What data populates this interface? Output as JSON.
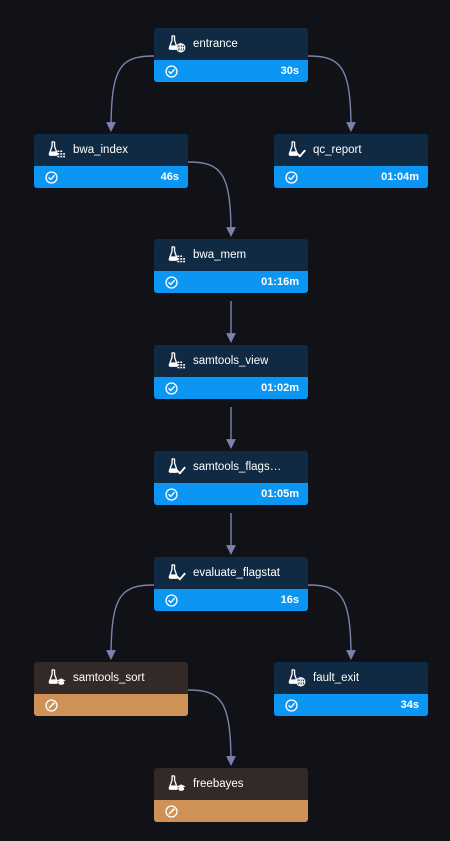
{
  "colors": {
    "background": "#111118",
    "done_header": "#0f2a42",
    "done_footer": "#0c96f4",
    "pending_header": "#332a27",
    "pending_footer": "#cf9256",
    "edge": "#7b82ad"
  },
  "nodes": [
    {
      "id": "entrance",
      "name": "entrance",
      "duration": "30s",
      "state": "done",
      "task_icon": "entrance-globe-icon"
    },
    {
      "id": "bwa_index",
      "name": "bwa_index",
      "duration": "46s",
      "state": "done",
      "task_icon": "tool-grid-icon"
    },
    {
      "id": "qc_report",
      "name": "qc_report",
      "duration": "01:04m",
      "state": "done",
      "task_icon": "check-task-icon"
    },
    {
      "id": "bwa_mem",
      "name": "bwa_mem",
      "duration": "01:16m",
      "state": "done",
      "task_icon": "tool-grid-icon"
    },
    {
      "id": "samtools_view",
      "name": "samtools_view",
      "duration": "01:02m",
      "state": "done",
      "task_icon": "tool-grid-icon"
    },
    {
      "id": "samtools_flags",
      "name": "samtools_flags…",
      "duration": "01:05m",
      "state": "done",
      "task_icon": "check-task-icon"
    },
    {
      "id": "evaluate_flagstat",
      "name": "evaluate_flagstat",
      "duration": "16s",
      "state": "done",
      "task_icon": "check-task-icon"
    },
    {
      "id": "samtools_sort",
      "name": "samtools_sort",
      "duration": "",
      "state": "pending",
      "task_icon": "sort-task-icon"
    },
    {
      "id": "fault_exit",
      "name": "fault_exit",
      "duration": "34s",
      "state": "done",
      "task_icon": "exit-globe-icon"
    },
    {
      "id": "freebayes",
      "name": "freebayes",
      "duration": "",
      "state": "pending",
      "task_icon": "sort-task-icon"
    }
  ],
  "edges": [
    [
      "entrance",
      "bwa_index"
    ],
    [
      "entrance",
      "qc_report"
    ],
    [
      "bwa_index",
      "bwa_mem"
    ],
    [
      "bwa_mem",
      "samtools_view"
    ],
    [
      "samtools_view",
      "samtools_flags"
    ],
    [
      "samtools_flags",
      "evaluate_flagstat"
    ],
    [
      "evaluate_flagstat",
      "samtools_sort"
    ],
    [
      "evaluate_flagstat",
      "fault_exit"
    ],
    [
      "samtools_sort",
      "freebayes"
    ]
  ]
}
